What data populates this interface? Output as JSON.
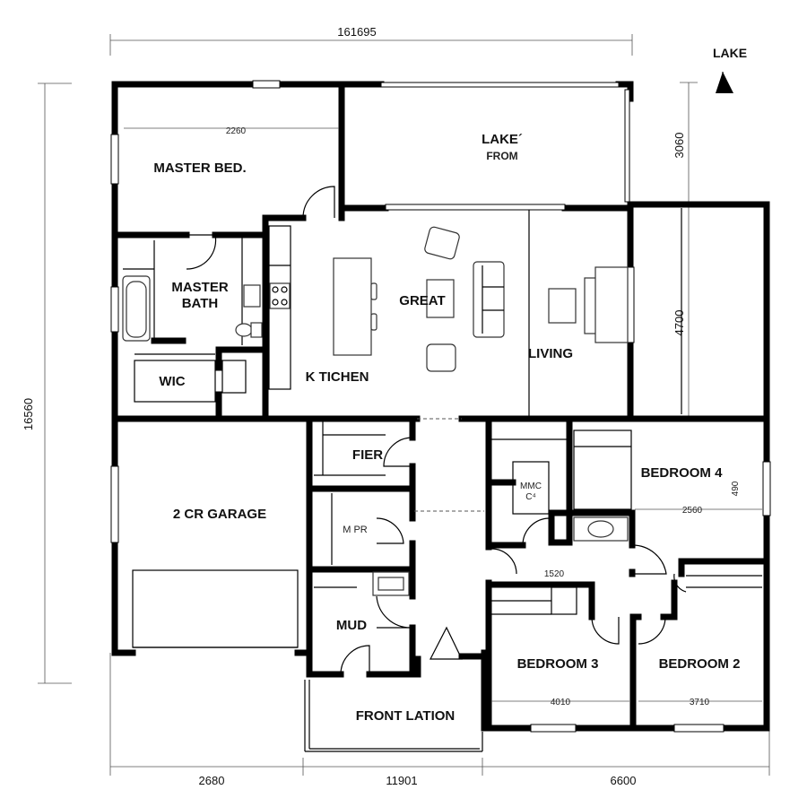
{
  "plan": {
    "rooms": {
      "master_bed": "MASTER BED.",
      "lake_from_line1": "LAKE´",
      "lake_from_line2": "FROM",
      "master_bath_line1": "MASTER",
      "master_bath_line2": "BATH",
      "great": "GREAT",
      "living": "LIVING",
      "kitchen": "K TICHEN",
      "wic": "WIC",
      "fier": "FIER",
      "garage": "2 CR GARAGE",
      "mpr": "M PR",
      "mmc": "MMC",
      "mmc_sub": "С⁴",
      "bedroom4": "BEDROOM 4",
      "mud": "MUD",
      "bedroom3": "BEDROOM 3",
      "bedroom2": "BEDROOM 2",
      "front_lation": "FRONT LATION"
    },
    "inner_dims": {
      "master_bed_width": "2260",
      "bedroom4_width": "2560",
      "bedroom4_depth": "490",
      "hall_width": "1520",
      "bedroom3_width": "4010",
      "bedroom2_width": "3710"
    },
    "overall_dims": {
      "top": "161695",
      "left": "16560",
      "right_upper": "3060",
      "right_lower": "4700",
      "bottom_left": "2680",
      "bottom_middle": "11901",
      "bottom_right": "6600"
    },
    "north_label": "LAKE"
  }
}
